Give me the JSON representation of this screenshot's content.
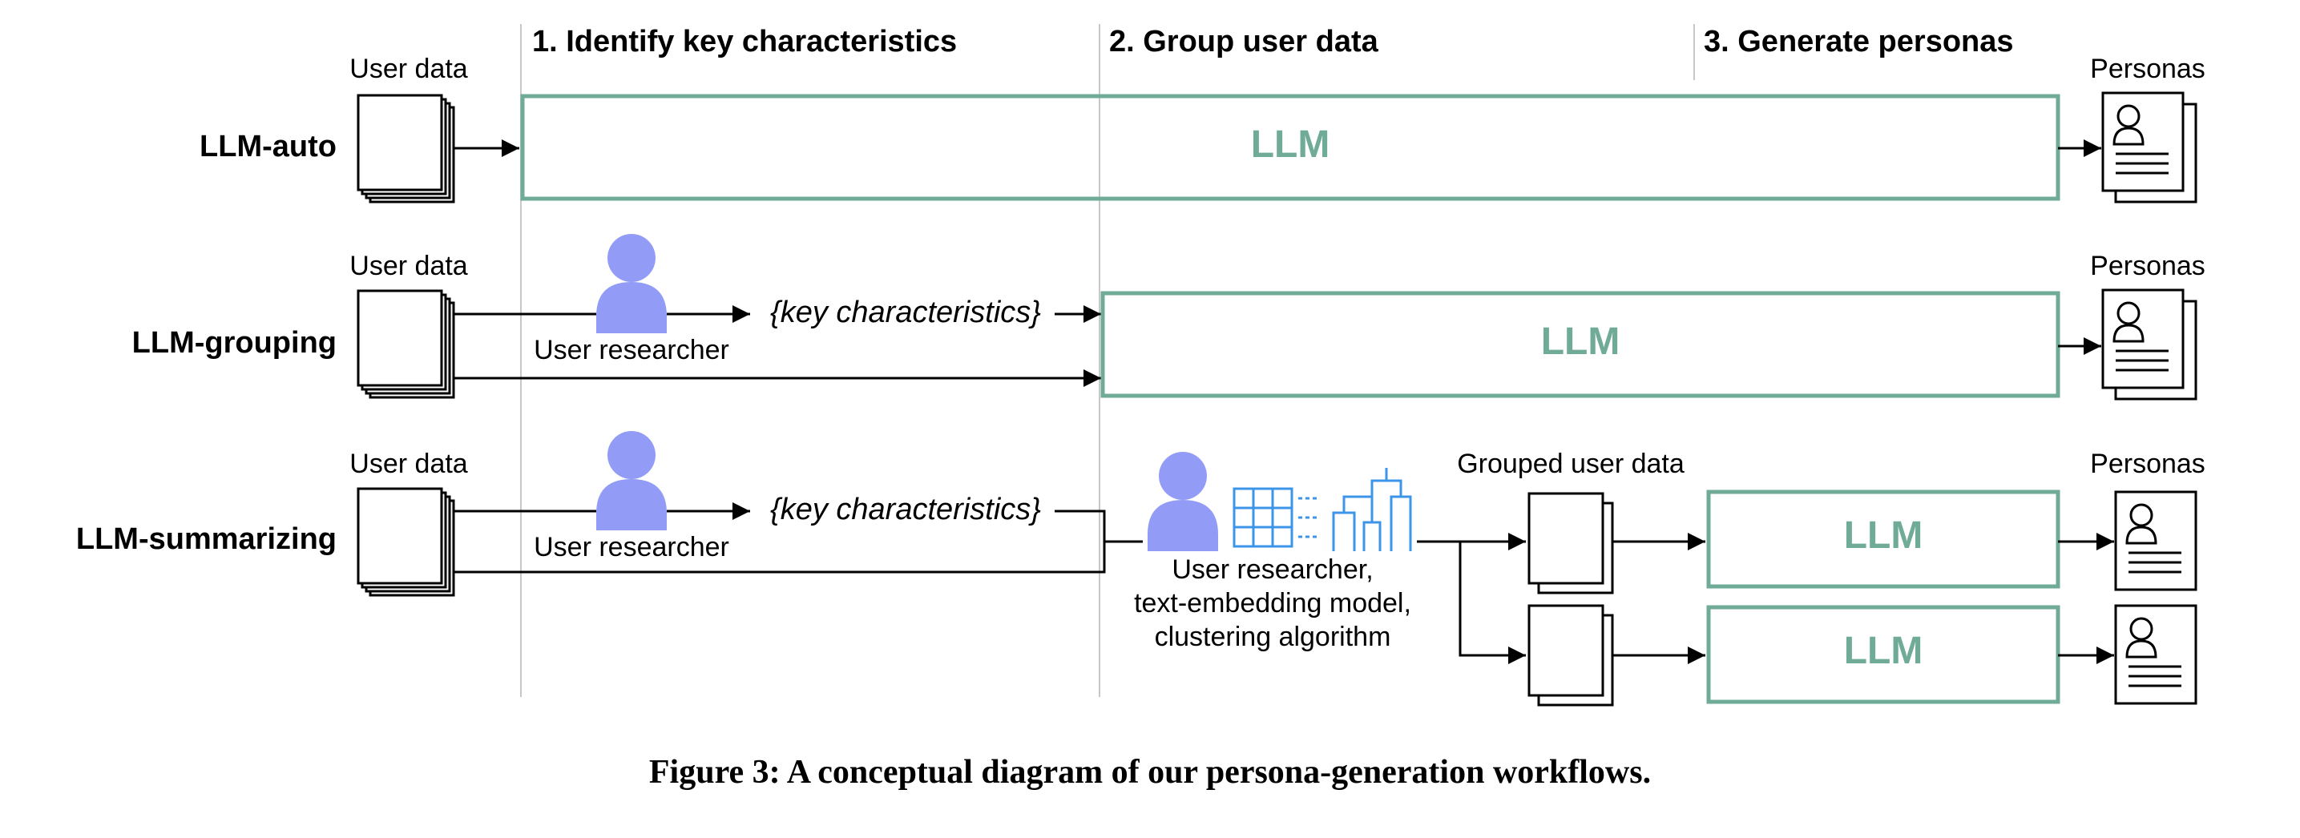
{
  "stages": [
    "1. Identify key characteristics",
    "2. Group user data",
    "3. Generate personas"
  ],
  "rows": {
    "auto": {
      "label": "LLM-auto",
      "input_label": "User data",
      "llm_label": "LLM",
      "output_label": "Personas"
    },
    "grouping": {
      "label": "LLM-grouping",
      "input_label": "User data",
      "researcher_label": "User researcher",
      "key_characteristics": "{key characteristics}",
      "llm_label": "LLM",
      "output_label": "Personas"
    },
    "summarizing": {
      "label": "LLM-summarizing",
      "input_label": "User data",
      "researcher_label": "User researcher",
      "key_characteristics": "{key characteristics}",
      "tools_caption": [
        "User researcher,",
        "text-embedding model,",
        "clustering algorithm"
      ],
      "grouped_label": "Grouped user data",
      "llm_labels": [
        "LLM",
        "LLM"
      ],
      "output_label": "Personas"
    }
  },
  "caption": "Figure 3: A conceptual diagram of our persona-generation workflows.",
  "colors": {
    "llm_green": "#6fab96",
    "person_purple": "#929cf7",
    "tool_blue": "#3c95e8",
    "divider_gray": "#c8c8c8",
    "line": "#000000"
  },
  "icons": [
    "document-stack-icon",
    "person-icon",
    "persona-card-icon",
    "embedding-grid-icon",
    "dendrogram-icon"
  ]
}
